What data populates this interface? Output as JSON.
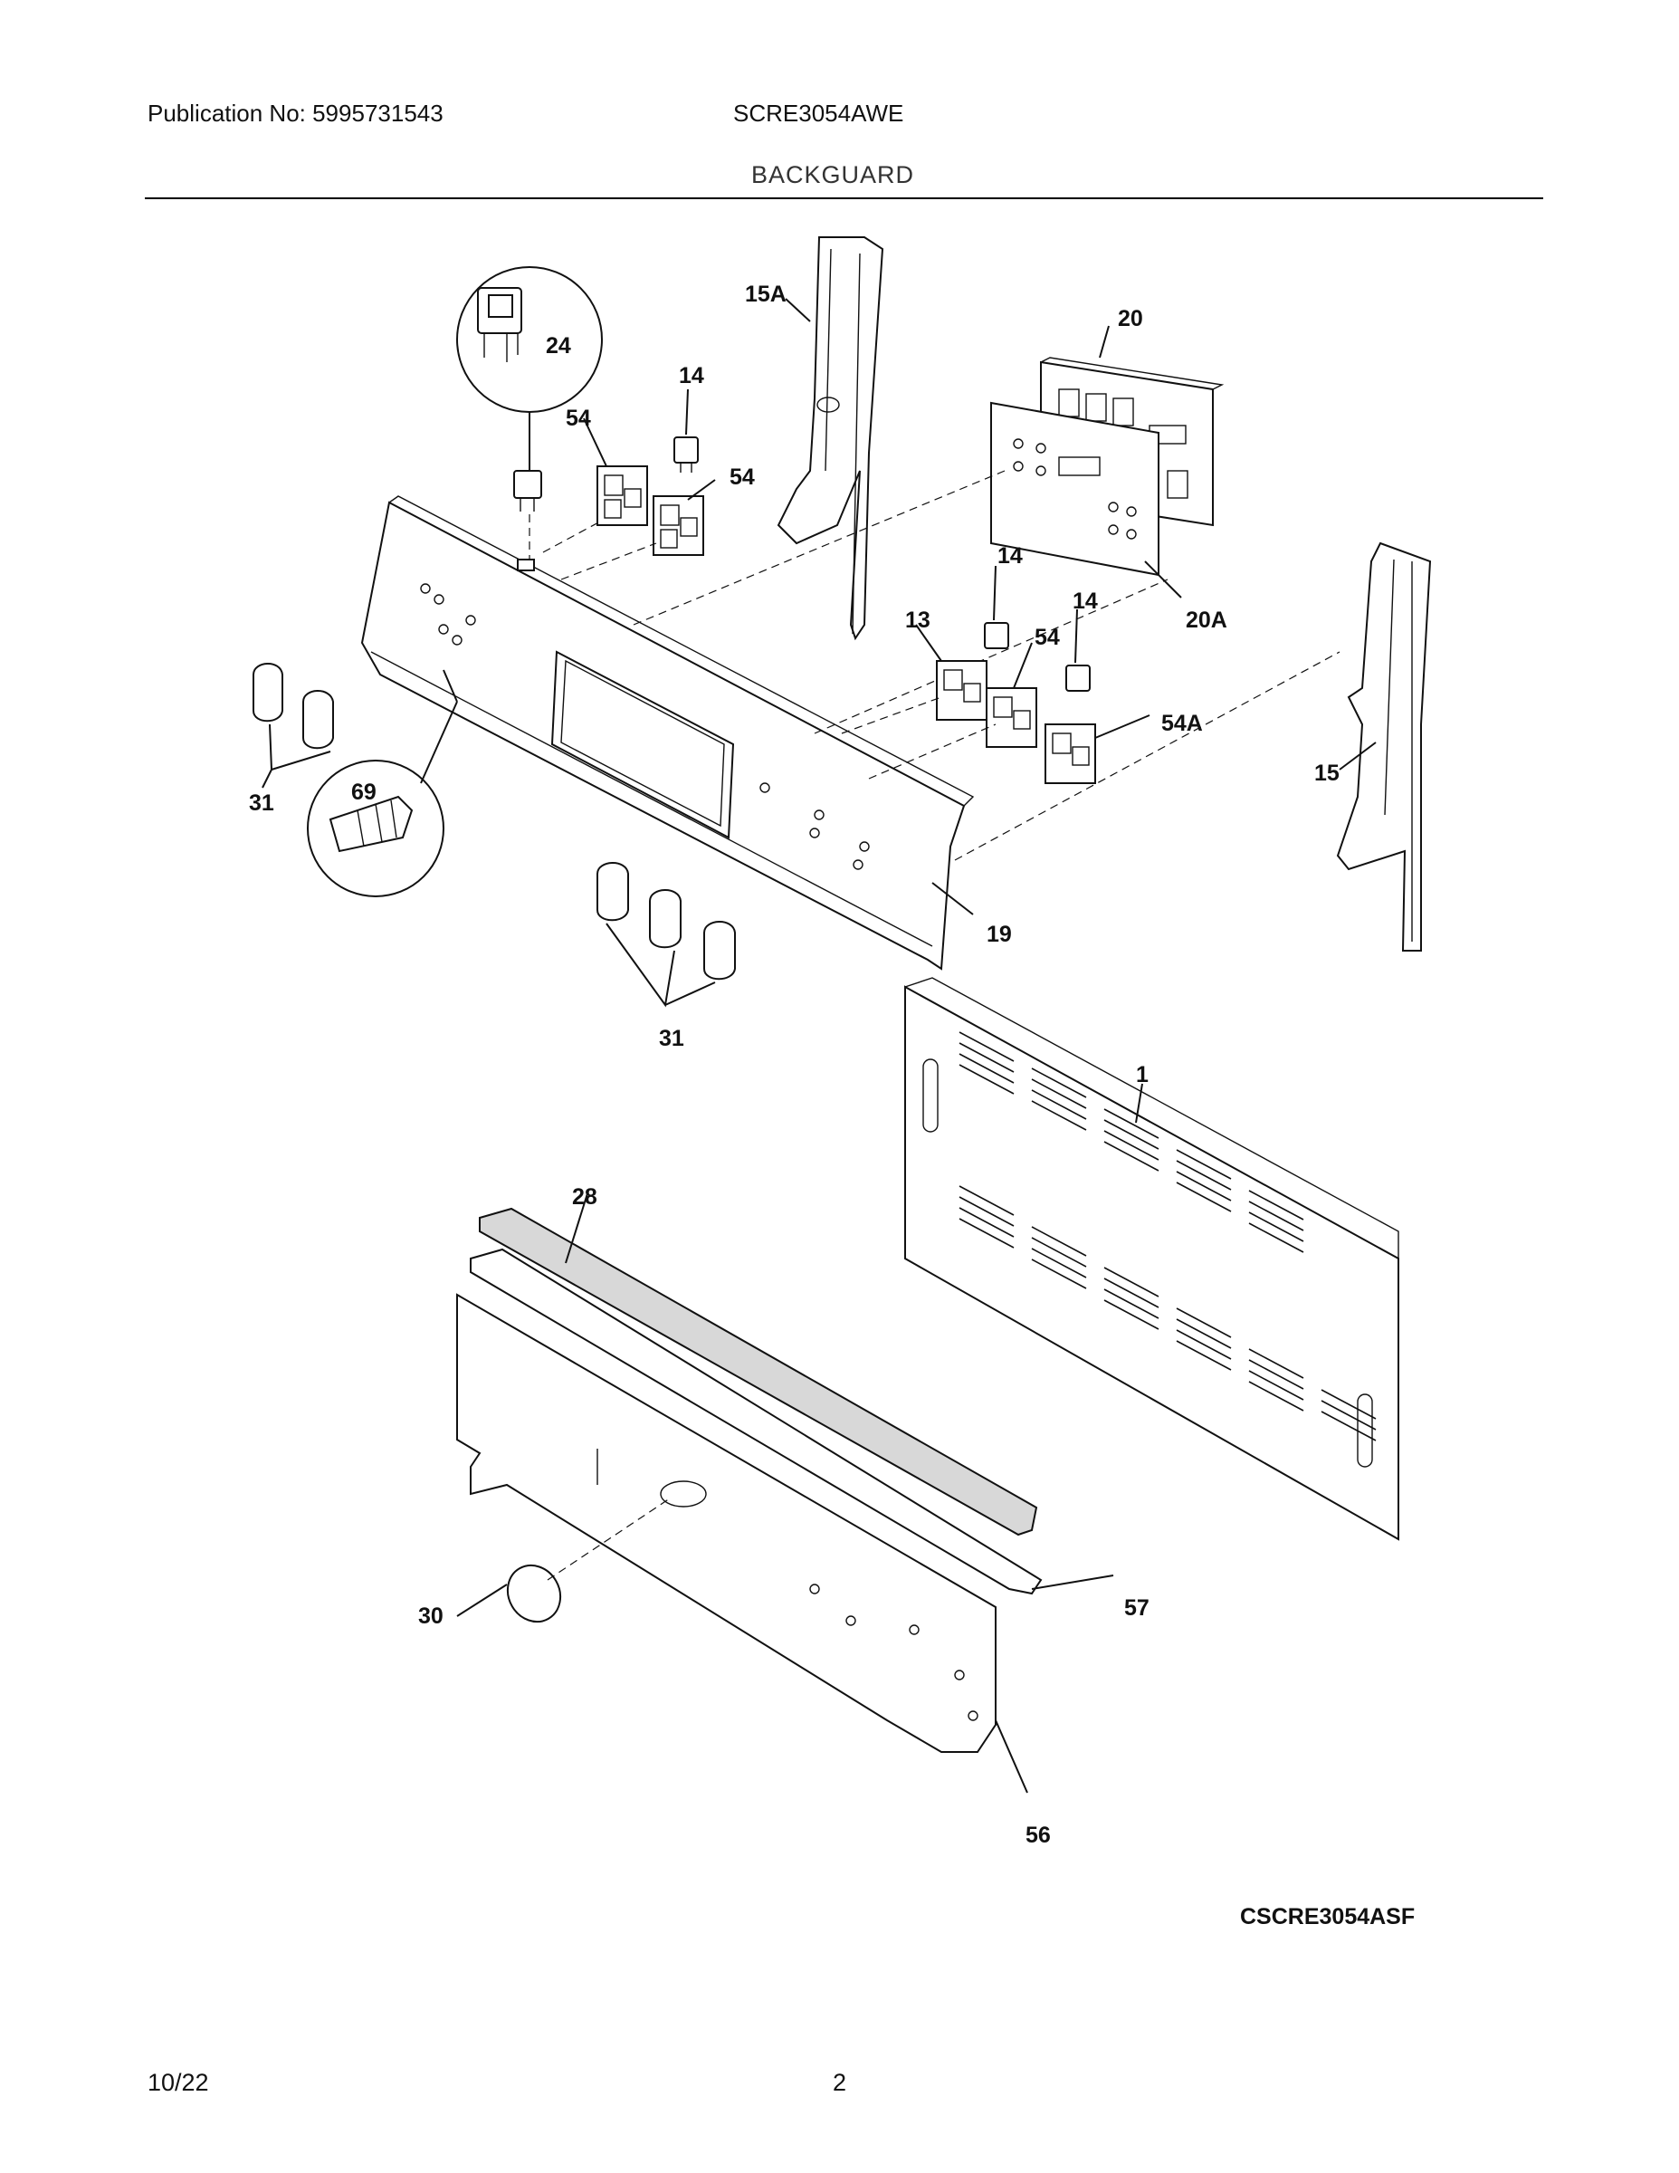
{
  "header": {
    "publication": "Publication No: 5995731543",
    "model": "SCRE3054AWE",
    "section_title": "BACKGUARD"
  },
  "callouts": {
    "c15A": "15A",
    "c20": "20",
    "c24": "24",
    "c14a": "14",
    "c54a": "54",
    "c54b": "54",
    "c14b": "14",
    "c14c": "14",
    "c13": "13",
    "c54c": "54",
    "c20A": "20A",
    "c54A": "54A",
    "c15": "15",
    "c31a": "31",
    "c69": "69",
    "c19": "19",
    "c31b": "31",
    "c1": "1",
    "c28": "28",
    "c30": "30",
    "c57": "57",
    "c56": "56"
  },
  "footer": {
    "diagram_code": "CSCRE3054ASF",
    "date": "10/22",
    "page_number": "2"
  }
}
